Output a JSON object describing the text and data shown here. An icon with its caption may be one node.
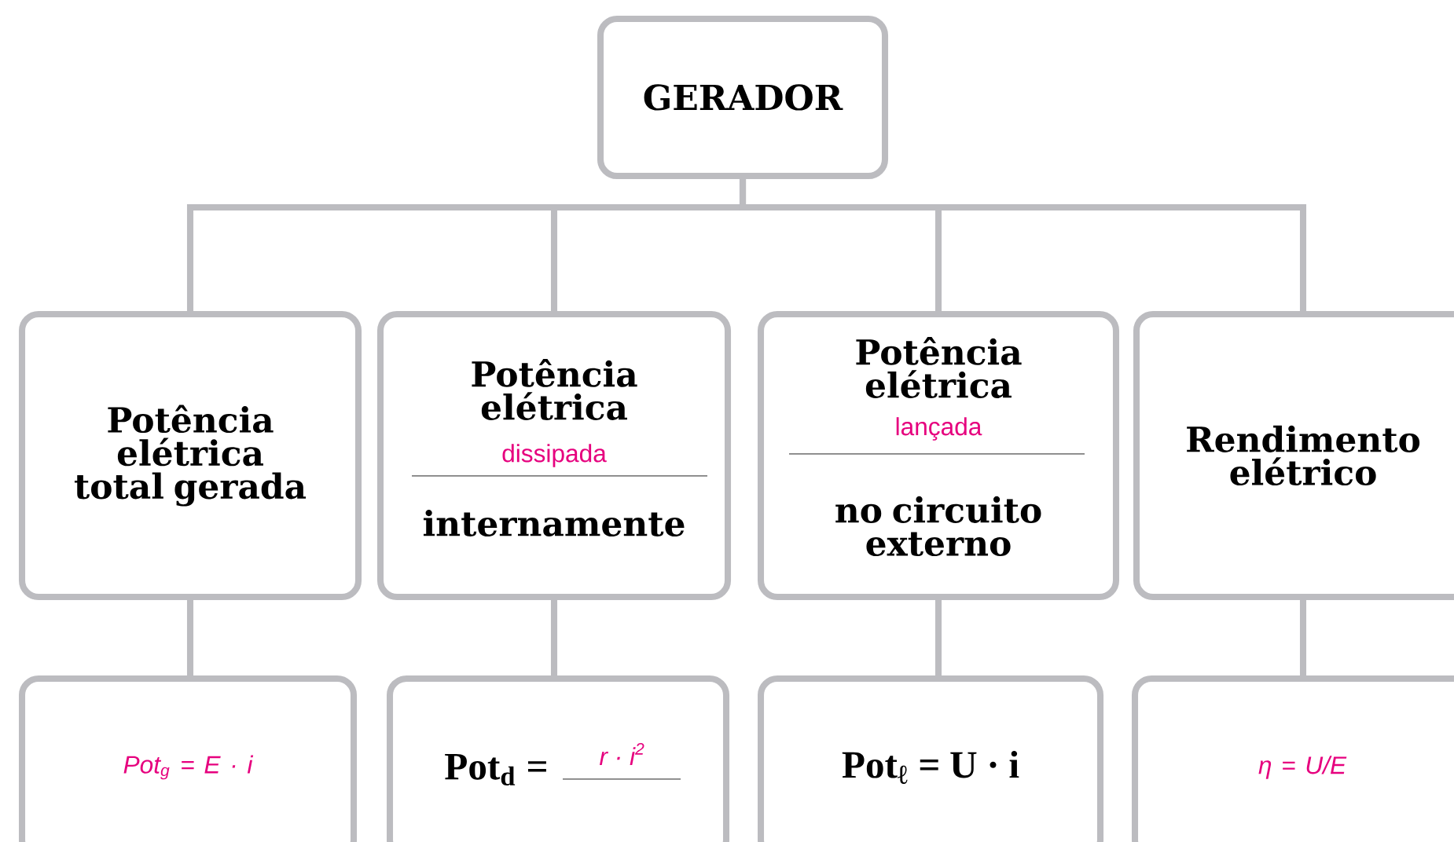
{
  "diagram": {
    "nodes": [
      {
        "text": [
          "GERADOR"
        ]
      },
      {
        "text": [
          "Potência elétrica total gerada"
        ]
      },
      {
        "text": [
          "Potência elétrica",
          "dissipada",
          "internamente"
        ]
      },
      {
        "text": [
          "Potência elétrica",
          "lançada",
          "no circuito externo"
        ]
      },
      {
        "text": [
          "Rendimento elétrico"
        ]
      },
      {
        "text": [
          "Pot$_{g}$ = E · i"
        ]
      },
      {
        "text": [
          "Pot$_{d}$ =",
          "r · i$^{2}$"
        ]
      },
      {
        "text": [
          "Pot$_{ℓ}$ = U · i"
        ]
      },
      {
        "text": [
          "η = U/E"
        ]
      }
    ],
    "edges": [
      {
        "from": 0,
        "to": 1,
        "arrow": "none"
      },
      {
        "from": 0,
        "to": 2,
        "arrow": "none"
      },
      {
        "from": 0,
        "to": 3,
        "arrow": "none"
      },
      {
        "from": 0,
        "to": 4,
        "arrow": "none"
      },
      {
        "from": 1,
        "to": 5,
        "arrow": "none"
      },
      {
        "from": 2,
        "to": 6,
        "arrow": "none"
      },
      {
        "from": 3,
        "to": 7,
        "arrow": "none"
      },
      {
        "from": 4,
        "to": 8,
        "arrow": "none"
      }
    ]
  }
}
